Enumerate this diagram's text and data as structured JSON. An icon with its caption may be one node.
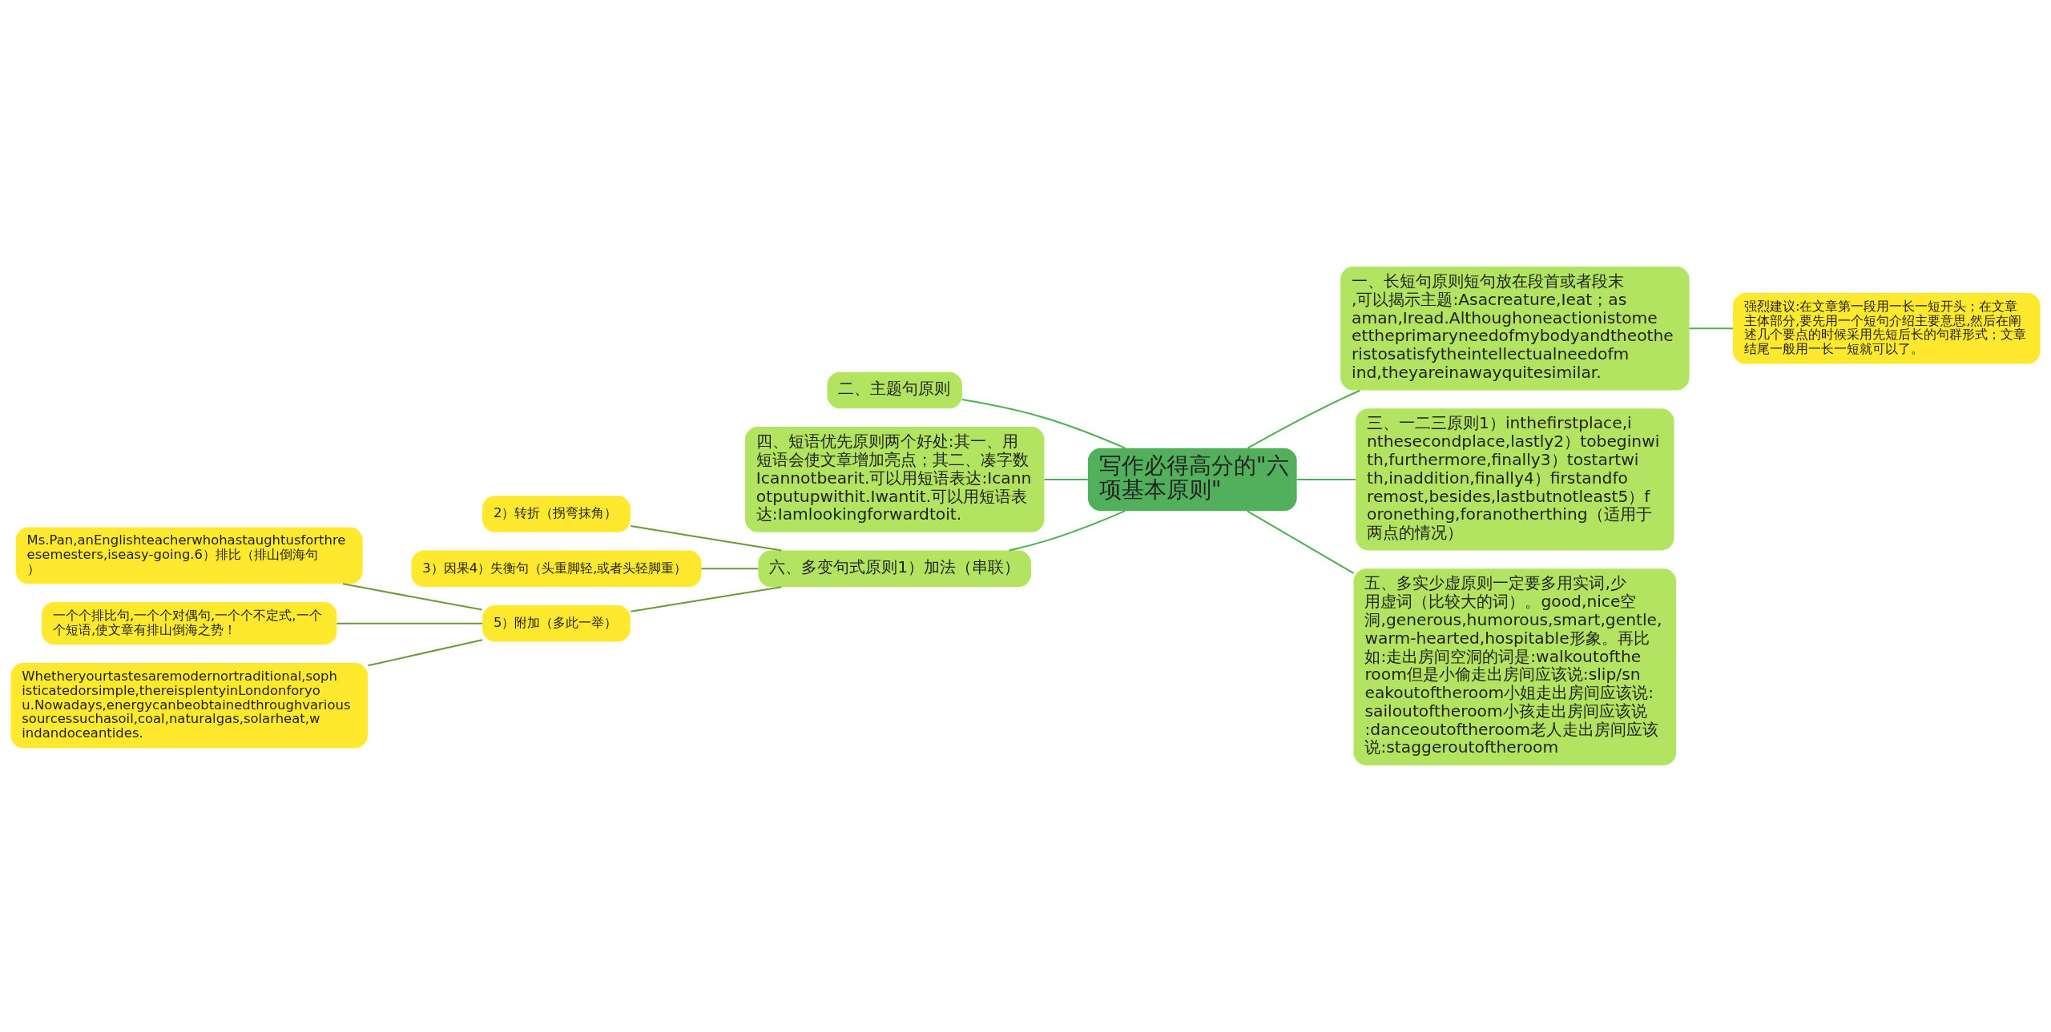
{
  "diagram": {
    "nodes": [
      {
        "text": [
          "写作必得高分的\"六项基本原则\""
        ]
      },
      {
        "text": [
          "一、长短句原则短句放在段首或者段末,可以揭示主题:Asacreature,Ieat；asaman,Iread.Althoughoneactionistomeettheprimaryneedofmybodyandtheotheristosatisfytheintellectualneedofmind,theyareinawayquitesimilar."
        ]
      },
      {
        "text": [
          "强烈建议:在文章第一段用一长一短开头；在文章主体部分,要先用一个短句介绍主要意思,然后在阐述几个要点的时候采用先短后长的句群形式；文章结尾一般用一长一短就可以了。"
        ]
      },
      {
        "text": [
          "三、一二三原则1）inthefirstplace,inthesecondplace,lastly2）tobeginwith,furthermore,finally3）tostartwith,inaddition,finally4）firstandforemost,besides,lastbutnotleast5）foronething,foranotherthing（适用于两点的情况）"
        ]
      },
      {
        "text": [
          "五、多实少虚原则一定要多用实词,少用虚词（比较大的词）。good,nice空洞,generous,humorous,smart,gentle,warm-hearted,hospitable形象。再比如:走出房间空洞的词是:walkoutoftheroom但是小偷走出房间应该说:slip/sneakoutoftheroom小姐走出房间应该说:sailoutoftheroom小孩走出房间应该说:danceoutoftheroom老人走出房间应该说:staggeroutoftheroom"
        ]
      },
      {
        "text": [
          "二、主题句原则"
        ]
      },
      {
        "text": [
          "四、短语优先原则两个好处:其一、用短语会使文章增加亮点；其二、凑字数Icannotbearit.可以用短语表达:Icannotputupwithit.Iwantit.可以用短语表达:Iamlookingforwardtoit."
        ]
      },
      {
        "text": [
          "六、多变句式原则1）加法（串联）"
        ]
      },
      {
        "text": [
          "2）转折（拐弯抹角）"
        ]
      },
      {
        "text": [
          "3）因果4）失衡句（头重脚轻,或者头轻脚重）"
        ]
      },
      {
        "text": [
          "5）附加（多此一举）"
        ]
      },
      {
        "text": [
          "Ms.Pan,anEnglishteacherwhohastaughtusforthreesemesters,iseasy-going.6）排比（排山倒海句）"
        ]
      },
      {
        "text": [
          "一个个排比句,一个个对偶句,一个个不定式,一个个短语,使文章有排山倒海之势！"
        ]
      },
      {
        "text": [
          "Whetheryourtastesaremodernortraditional,sophisticatedorsimple,thereisplentyinLondonforyou.Nowadays,energycanbeobtainedthroughvarioussourcessuchasoil,coal,naturalgas,solarheat,windandoceantides."
        ]
      }
    ],
    "edges": [
      {
        "from": 0,
        "to": 1,
        "arrow": "none"
      },
      {
        "from": 1,
        "to": 2,
        "arrow": "none"
      },
      {
        "from": 0,
        "to": 3,
        "arrow": "none"
      },
      {
        "from": 0,
        "to": 4,
        "arrow": "none"
      },
      {
        "from": 0,
        "to": 5,
        "arrow": "none"
      },
      {
        "from": 0,
        "to": 6,
        "arrow": "none"
      },
      {
        "from": 0,
        "to": 7,
        "arrow": "none"
      },
      {
        "from": 7,
        "to": 8,
        "arrow": "none",
        "color": "#6a9a3a"
      },
      {
        "from": 7,
        "to": 9,
        "arrow": "none",
        "color": "#6a9a3a"
      },
      {
        "from": 7,
        "to": 10,
        "arrow": "none",
        "color": "#6a9a3a"
      },
      {
        "from": 10,
        "to": 11,
        "arrow": "none",
        "color": "#6a9a3a"
      },
      {
        "from": 10,
        "to": 12,
        "arrow": "none",
        "color": "#6a9a3a"
      },
      {
        "from": 10,
        "to": 13,
        "arrow": "none",
        "color": "#6a9a3a"
      }
    ]
  }
}
